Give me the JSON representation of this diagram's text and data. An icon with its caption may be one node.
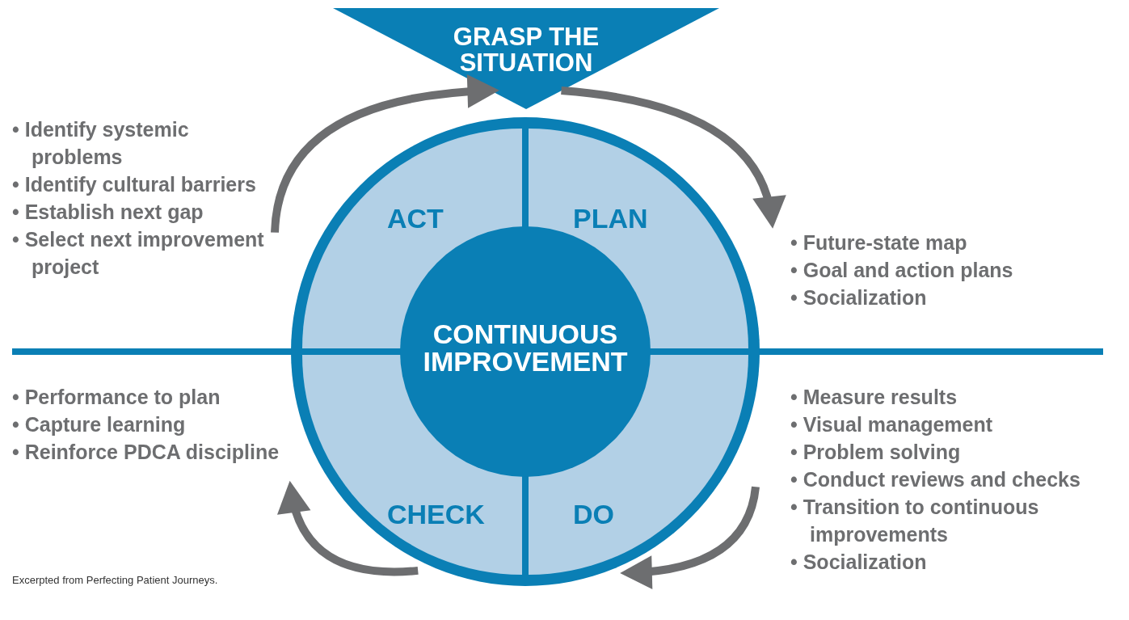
{
  "diagram": {
    "caption": "Excerpted from Perfecting Patient Journeys.",
    "nodes": [
      {
        "text": [
          "GRASP THE SITUATION"
        ]
      },
      {
        "text": [],
        "shape": "circle"
      },
      {
        "text": [
          "ACT"
        ],
        "in": 1
      },
      {
        "text": [
          "PLAN"
        ],
        "in": 1
      },
      {
        "text": [
          "CHECK"
        ],
        "in": 1
      },
      {
        "text": [
          "DO"
        ],
        "in": 1
      },
      {
        "text": [
          "CONTINUOUS IMPROVEMENT"
        ],
        "in": 1
      },
      {
        "text": [
          "• Identify systemic problems",
          "• Identify cultural barriers",
          "• Establish next gap",
          "• Select next improvement project"
        ]
      },
      {
        "text": [
          "• Future-state map",
          "• Goal and action plans",
          "• Socialization"
        ]
      },
      {
        "text": [
          "• Performance to plan",
          "• Capture learning",
          "• Reinforce PDCA discipline"
        ]
      },
      {
        "text": [
          "• Measure results",
          "• Visual management",
          "• Problem solving",
          "• Conduct reviews and checks",
          "• Transition to continuous improvements",
          "• Socialization"
        ]
      }
    ],
    "edges": [
      {
        "from": 7,
        "to": 0,
        "arrow": "to"
      },
      {
        "from": 0,
        "to": 8,
        "arrow": "to"
      },
      {
        "from": 10,
        "to": 1,
        "arrow": "to"
      },
      {
        "from": 1,
        "to": 9,
        "arrow": "to"
      }
    ]
  }
}
